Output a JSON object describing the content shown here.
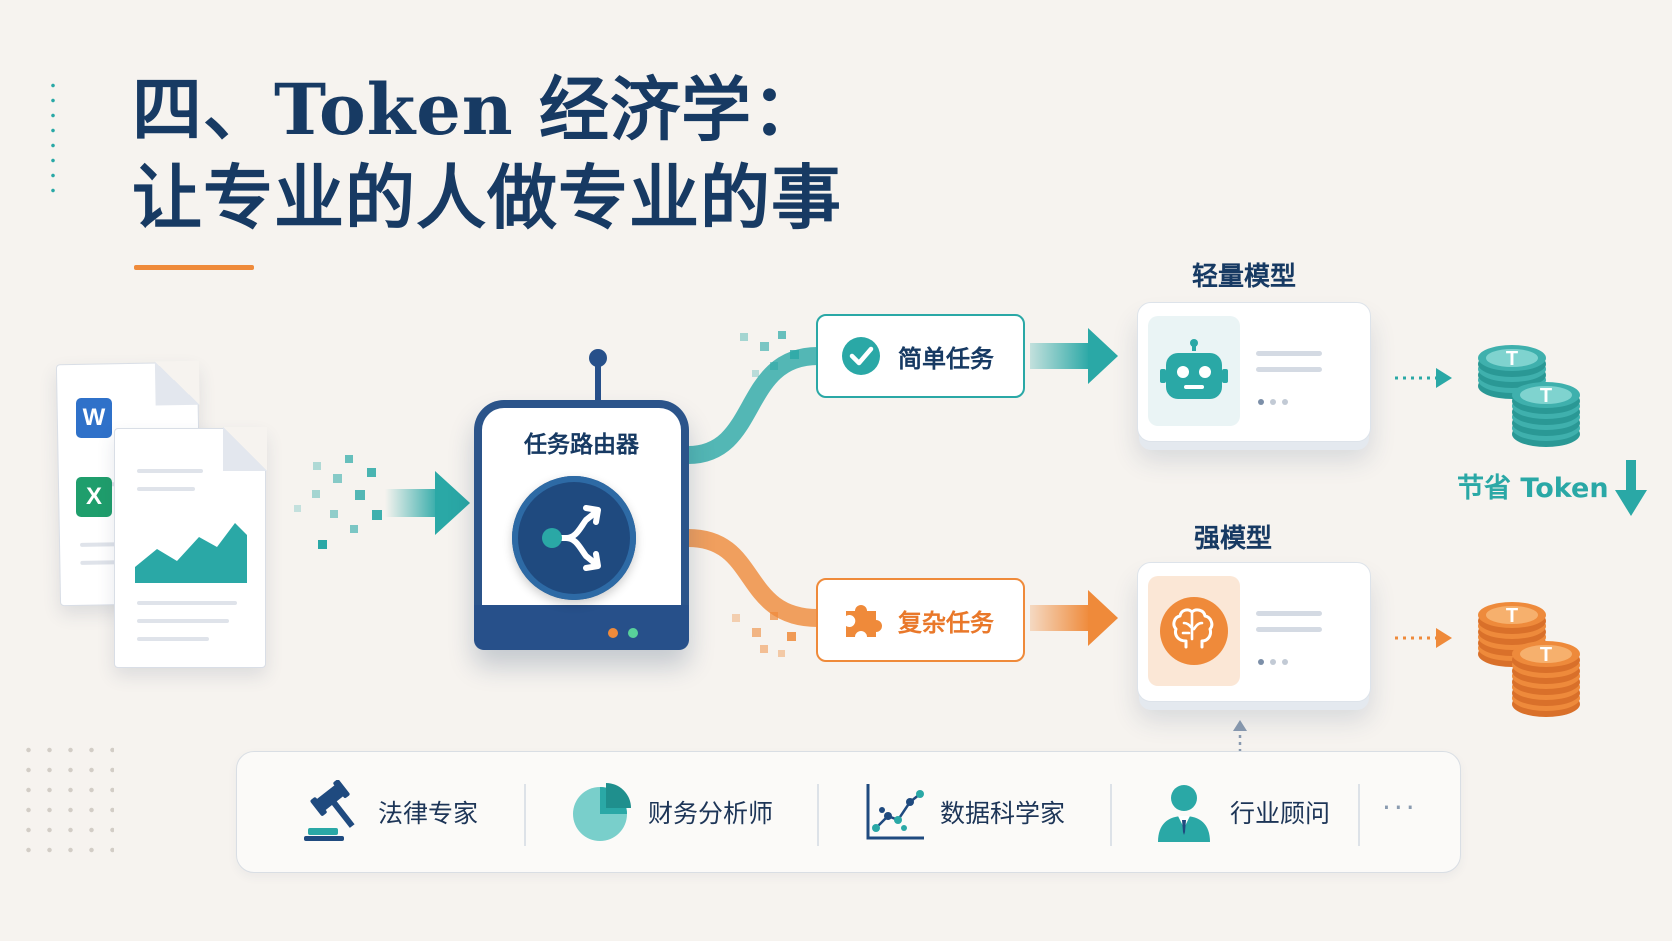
{
  "title": {
    "line1": "四、Token 经济学：",
    "line2": "让专业的人做专业的事"
  },
  "documents": [
    {
      "icon": "word-icon",
      "badge": "W"
    },
    {
      "icon": "excel-icon",
      "badge": "X"
    }
  ],
  "router": {
    "label": "任务路由器",
    "icon": "split-route-icon"
  },
  "tasks": {
    "simple": {
      "label": "简单任务",
      "icon": "check-circle-icon"
    },
    "complex": {
      "label": "复杂任务",
      "icon": "puzzle-icon"
    }
  },
  "models": {
    "light": {
      "title": "轻量模型",
      "icon": "robot-icon"
    },
    "strong": {
      "title": "强模型",
      "icon": "brain-icon"
    }
  },
  "tokens": {
    "coin_glyph": "T",
    "save_label": "节省 Token"
  },
  "experts": [
    {
      "label": "法律专家",
      "icon": "gavel-icon"
    },
    {
      "label": "财务分析师",
      "icon": "pie-chart-icon"
    },
    {
      "label": "数据科学家",
      "icon": "scatter-chart-icon"
    },
    {
      "label": "行业顾问",
      "icon": "person-icon"
    }
  ],
  "experts_more": "···",
  "colors": {
    "navy": "#173a63",
    "teal": "#2aa8a6",
    "orange": "#ef8a3a",
    "background": "#f6f3ef"
  }
}
